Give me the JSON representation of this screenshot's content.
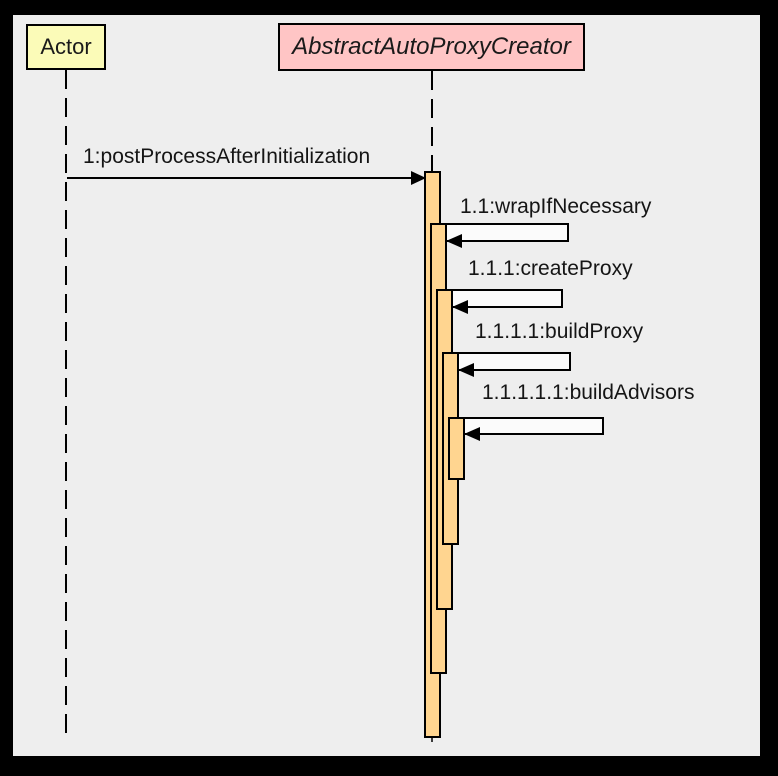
{
  "diagram": {
    "type": "uml-sequence-diagram",
    "participants": [
      {
        "name": "Actor",
        "kind": "actor",
        "fill": "#FBFBB8"
      },
      {
        "name": "AbstractAutoProxyCreator",
        "kind": "class",
        "italic": true,
        "fill": "#FFC5C5"
      }
    ],
    "messages": [
      {
        "label": "1:postProcessAfterInitialization",
        "kind": "call"
      },
      {
        "label": "1.1:wrapIfNecessary",
        "kind": "self-call"
      },
      {
        "label": "1.1.1:createProxy",
        "kind": "self-call"
      },
      {
        "label": "1.1.1.1:buildProxy",
        "kind": "self-call"
      },
      {
        "label": "1.1.1.1.1:buildAdvisors",
        "kind": "self-call"
      }
    ],
    "colors": {
      "frame": "#000000",
      "background": "#EEEEEE",
      "actor_fill": "#FBFBB8",
      "class_fill": "#FFC5C5",
      "activation_fill": "#FFD590",
      "self_call_fill": "#FBFBFB",
      "line": "#000000",
      "text": "#1a1a1a"
    }
  }
}
